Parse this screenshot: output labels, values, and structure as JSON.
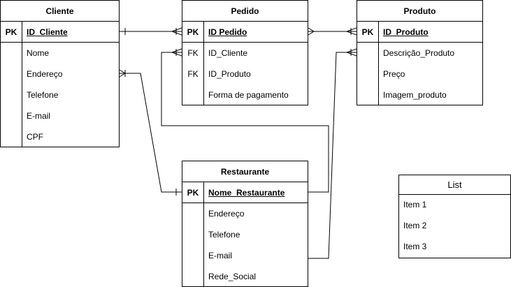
{
  "entities": {
    "cliente": {
      "title": "Cliente",
      "pk": {
        "key": "PK",
        "field": "ID_Cliente"
      },
      "rows": [
        {
          "key": "",
          "field": "Nome"
        },
        {
          "key": "",
          "field": "Endereço"
        },
        {
          "key": "",
          "field": "Telefone"
        },
        {
          "key": "",
          "field": "E-mail"
        },
        {
          "key": "",
          "field": "CPF"
        }
      ]
    },
    "pedido": {
      "title": "Pedido",
      "pk": {
        "key": "PK",
        "field": "ID Pedido"
      },
      "rows": [
        {
          "key": "FK",
          "field": "ID_Cliente"
        },
        {
          "key": "FK",
          "field": "ID_Produto"
        },
        {
          "key": "",
          "field": "Forma de pagamento"
        }
      ]
    },
    "produto": {
      "title": "Produto",
      "pk": {
        "key": "PK",
        "field": "ID_Produto"
      },
      "rows": [
        {
          "key": "",
          "field": "Descrição_Produto"
        },
        {
          "key": "",
          "field": "Preço"
        },
        {
          "key": "",
          "field": "Imagem_produto"
        }
      ]
    },
    "restaurante": {
      "title": "Restaurante",
      "pk": {
        "key": "PK",
        "field": "Nome_Restaurante"
      },
      "rows": [
        {
          "key": "",
          "field": "Endereço"
        },
        {
          "key": "",
          "field": "Telefone"
        },
        {
          "key": "",
          "field": "E-mail"
        },
        {
          "key": "",
          "field": "Rede_Social"
        }
      ]
    }
  },
  "list": {
    "title": "List",
    "items": [
      "Item 1",
      "Item 2",
      "Item 3"
    ]
  }
}
